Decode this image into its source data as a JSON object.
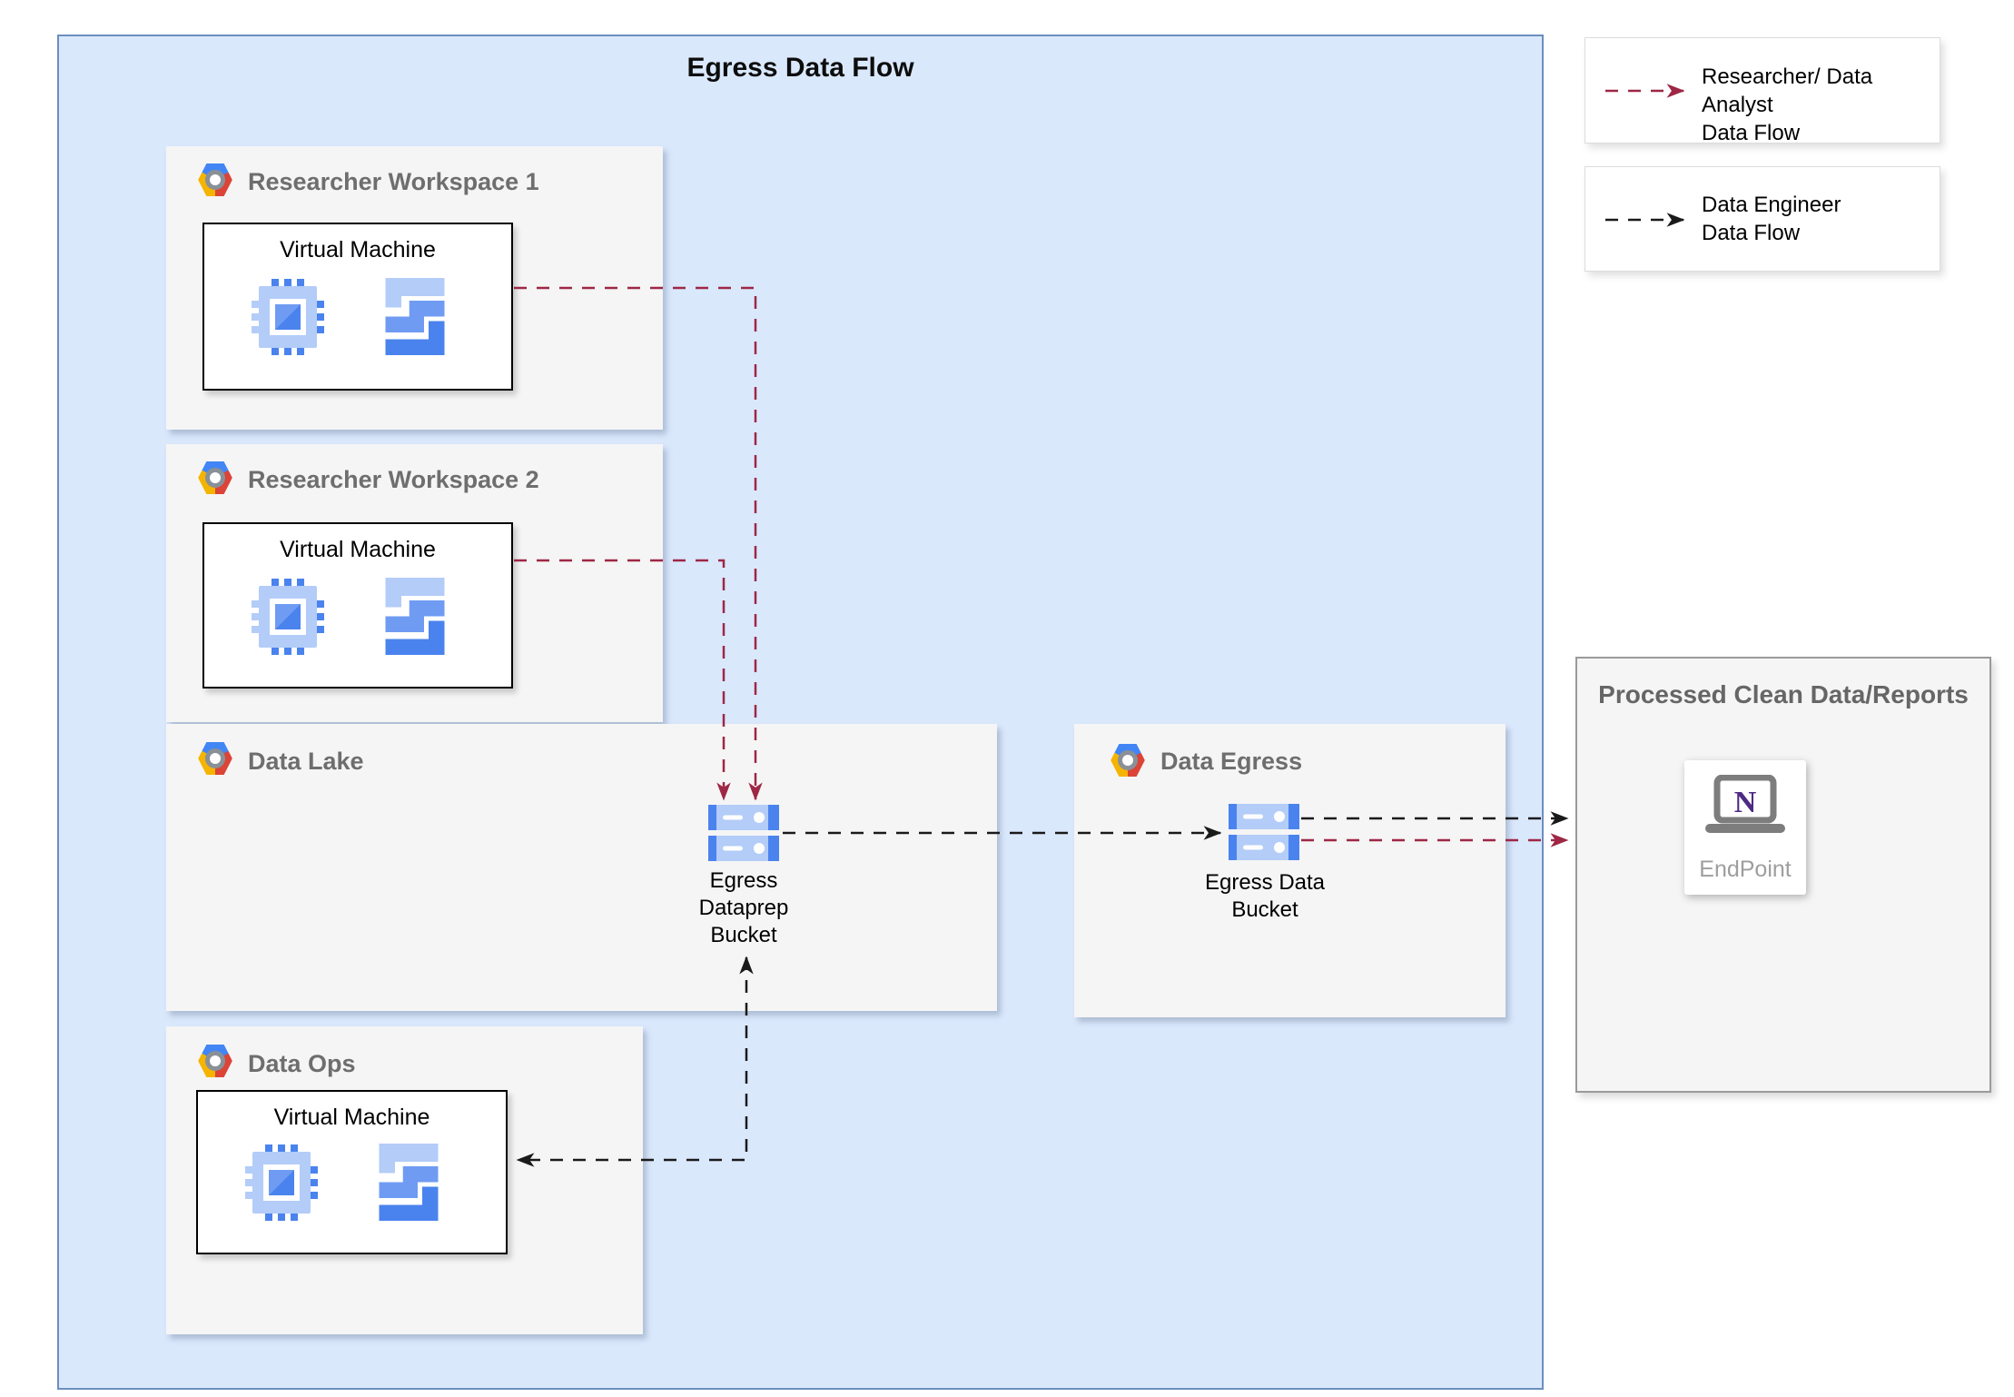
{
  "title": "Egress Data Flow",
  "researcher_workspace_1": {
    "title": "Researcher Workspace 1",
    "vm_label": "Virtual Machine"
  },
  "researcher_workspace_2": {
    "title": "Researcher Workspace 2",
    "vm_label": "Virtual Machine"
  },
  "data_lake": {
    "title": "Data Lake",
    "bucket_line1": "Egress",
    "bucket_line2": "Dataprep",
    "bucket_line3": "Bucket"
  },
  "data_ops": {
    "title": "Data Ops",
    "vm_label": "Virtual Machine"
  },
  "data_egress": {
    "title": "Data Egress",
    "bucket_line1": "Egress Data",
    "bucket_line2": "Bucket"
  },
  "processed": {
    "title": "Processed Clean Data/Reports",
    "endpoint_label": "EndPoint"
  },
  "legend": {
    "researcher": {
      "line1": "Researcher/ Data Analyst",
      "line2": "Data Flow"
    },
    "engineer": {
      "line1": "Data Engineer",
      "line2": "Data Flow"
    }
  },
  "icons": {
    "gcp_logo": "google-cloud-hexagon",
    "cpu_icon": "compute-engine-chip",
    "dataprep_icon": "stacked-blue-steps",
    "bucket_icon": "cloud-storage-bars",
    "endpoint_icon": "laptop",
    "endpoint_letter": "N"
  },
  "colors": {
    "researcher_flow": "#9e2745",
    "engineer_flow": "#1a1a1a",
    "container_fill": "#dae8fc",
    "container_stroke": "#6c8ebf",
    "group_fill": "#f5f5f5",
    "group_title": "#6e6e6e",
    "gcp_blue": "#4285f4",
    "gcp_red": "#db4437",
    "gcp_yellow": "#f4b400",
    "icon_blue_light": "#b3ccf8",
    "icon_blue_mid": "#6f9bf3",
    "icon_blue_dark": "#4a83ee",
    "endpoint_purple": "#4e2a84"
  }
}
